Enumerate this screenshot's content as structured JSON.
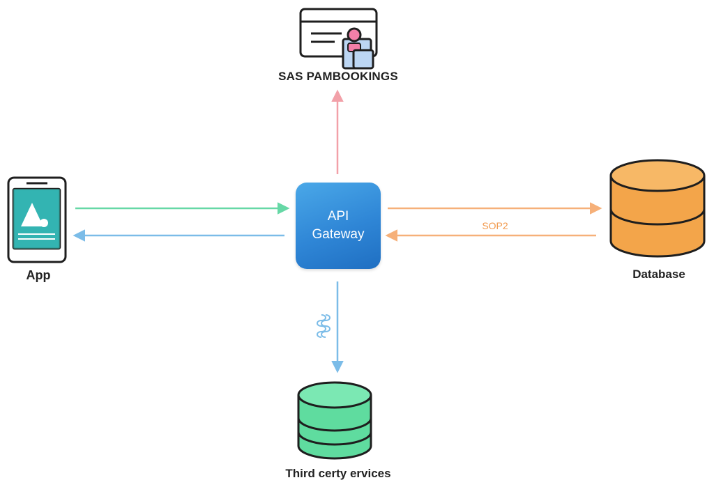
{
  "nodes": {
    "top_service": {
      "label": "SAS PAMBOOKINGS",
      "icon": "credit-card-user-icon"
    },
    "app": {
      "label": "App",
      "icon": "smartphone-icon"
    },
    "gateway": {
      "line1": "API",
      "line2": "Gateway"
    },
    "database": {
      "label": "Database",
      "icon": "database-icon"
    },
    "third_party": {
      "label": "Third certy ervices",
      "icon": "database-icon"
    }
  },
  "edges": {
    "gateway_database_label": "SOP2"
  },
  "colors": {
    "gateway_blue": "#2f86d6",
    "app_teal": "#2fb7a8",
    "database_orange": "#f3a54a",
    "third_party_green": "#5fdc9f",
    "arrow_pink": "#f2a0a8",
    "arrow_green": "#66d8a6",
    "arrow_blue": "#7bbce8",
    "arrow_orange": "#f6b079"
  }
}
